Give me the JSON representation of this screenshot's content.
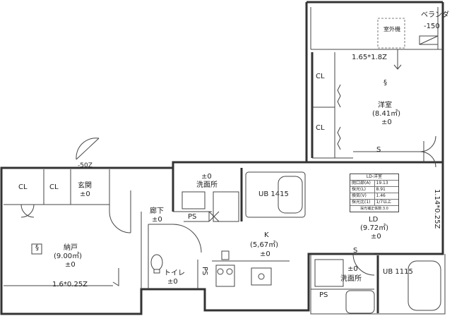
{
  "rooms": {
    "balcony": {
      "name": "ベランダ",
      "note": "-150"
    },
    "balcony_eq": "室外機",
    "balcony_dim": "1.65*1.8Z",
    "western": {
      "name": "洋室",
      "area": "(8.41㎡)",
      "level": "±0"
    },
    "cl_upper": "CL",
    "cl_middle": "CL",
    "ld": {
      "name": "LD",
      "area": "(9.72㎡)",
      "level": "±0"
    },
    "ld_dim": "1.14*0.25Z",
    "storage": {
      "name": "納戸",
      "area": "(9.00㎡)",
      "level": "±0"
    },
    "storage_dim": "1.6*0.25Z",
    "cl_left": "CL",
    "cl_entry": "CL",
    "entrance": {
      "name": "玄関",
      "level": "±0"
    },
    "entrance_sub": "-50Z",
    "hall": {
      "name": "廊下",
      "level": "±0"
    },
    "washroom1": {
      "name": "洗面所",
      "level": "±0"
    },
    "ub1": "UB 1415",
    "ps1": "PS",
    "ps2": "PS",
    "ps3": "PS",
    "kitchen": {
      "name": "K",
      "area": "(5,67㎡)",
      "level": "±0"
    },
    "toilet": {
      "name": "トイレ",
      "level": "±0"
    },
    "washroom2": {
      "name": "洗面所",
      "level": "±0"
    },
    "ub2": "UB 1115",
    "s_upper": "S",
    "s_lower": "S"
  },
  "ld_table": {
    "title": "LD-洋室",
    "rows": [
      [
        "開口部(A)",
        "19.13"
      ],
      [
        "採光(L)",
        "8.91"
      ],
      [
        "換気(V)",
        "1.46"
      ],
      [
        "採光比(1)",
        "1/7以上"
      ]
    ],
    "footer": "採光補正係数:3.0"
  },
  "icons": {
    "floor_mark": "stairs-symbol-icon",
    "door_swing": "door-swing-icon"
  }
}
